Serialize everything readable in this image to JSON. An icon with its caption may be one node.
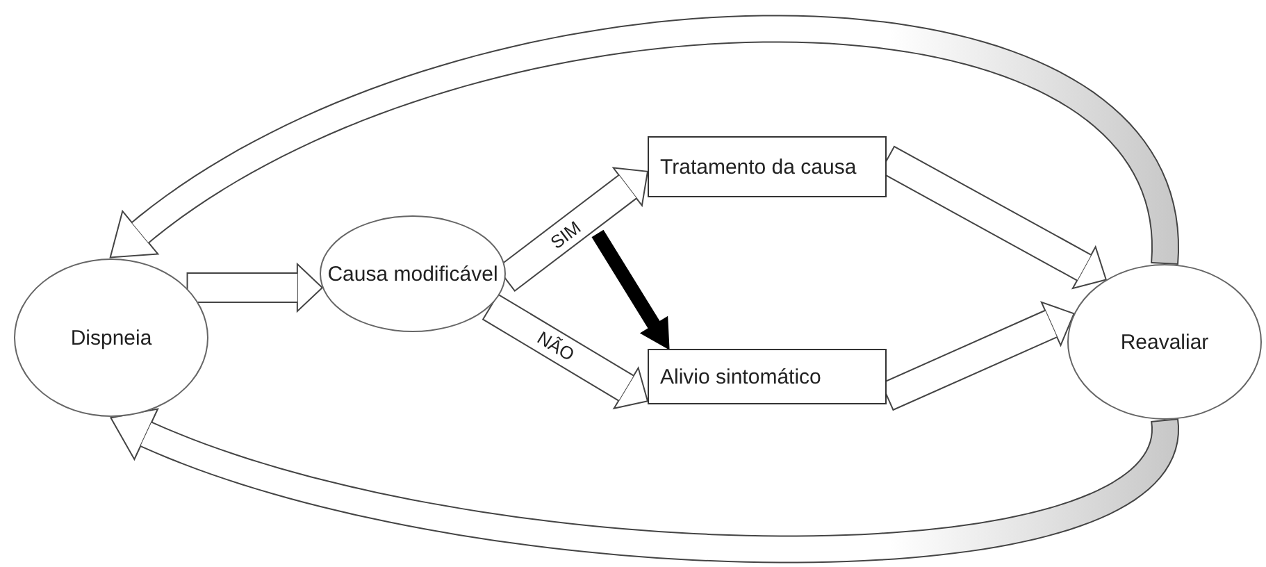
{
  "diagram": {
    "nodes": [
      {
        "text": [
          "Dispneia"
        ]
      },
      {
        "text": [
          "Causa modificável"
        ]
      },
      {
        "text": [
          "Tratamento da causa"
        ]
      },
      {
        "text": [
          "Alivio sintomático"
        ]
      },
      {
        "text": [
          "Reavaliar"
        ]
      }
    ],
    "edges": [
      {
        "from": 0,
        "to": 1,
        "arrow": "to"
      },
      {
        "from": 1,
        "to": 2,
        "label": "SIM",
        "arrow": "to"
      },
      {
        "from": 1,
        "to": 3,
        "label": "NÃO",
        "arrow": "to"
      },
      {
        "from": 2,
        "to": 3,
        "arrow": "to",
        "color": "#000000"
      },
      {
        "from": 2,
        "to": 4,
        "arrow": "to"
      },
      {
        "from": 3,
        "to": 4,
        "arrow": "to"
      },
      {
        "from": 4,
        "to": 0,
        "arrow": "to"
      },
      {
        "from": 4,
        "to": 0,
        "arrow": "to"
      }
    ]
  }
}
